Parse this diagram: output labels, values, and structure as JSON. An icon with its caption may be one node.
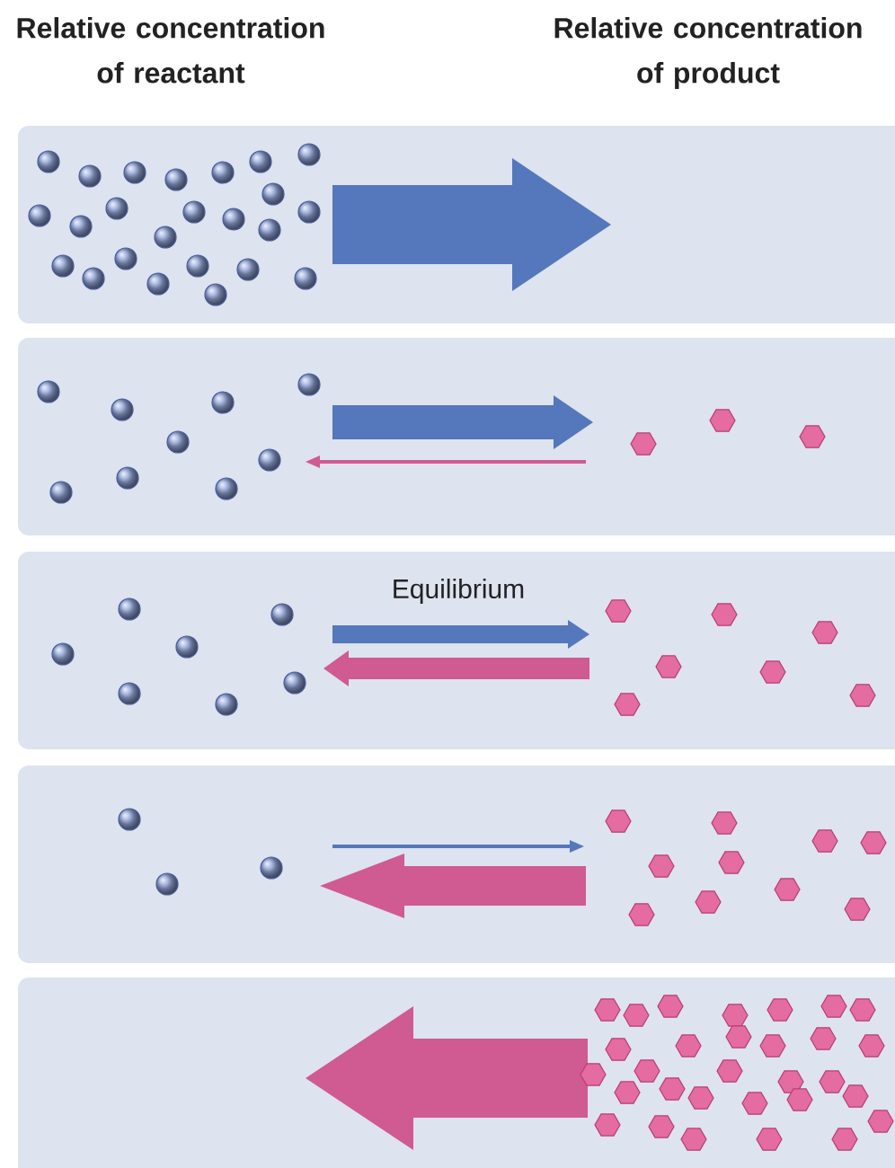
{
  "diagram": {
    "nodes": [
      {
        "text": [],
        "shape": "box"
      },
      {
        "text": [],
        "shape": "box"
      },
      {
        "text": [
          "Equilibrium"
        ]
      },
      {
        "text": [],
        "shape": "box"
      },
      {
        "text": [],
        "shape": "box"
      }
    ],
    "labels": [
      "Relative concentration of reactant",
      "Relative concentration of product"
    ]
  }
}
